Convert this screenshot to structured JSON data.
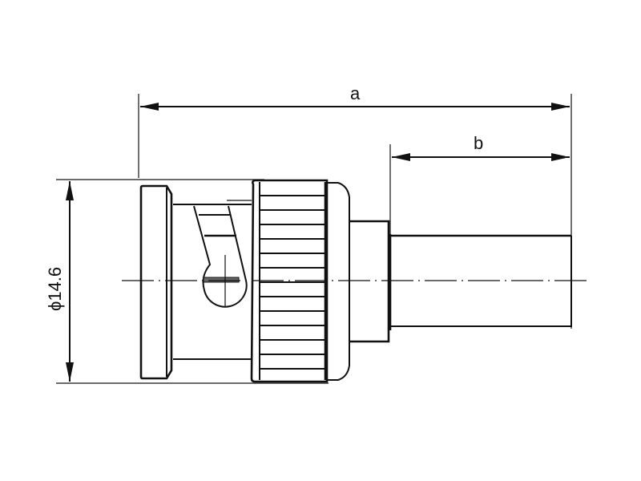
{
  "drawing": {
    "subject": "BNC connector side view",
    "line_color": "#111111",
    "background": "#ffffff"
  },
  "dimensions": {
    "a": {
      "label": "a"
    },
    "b": {
      "label": "b"
    },
    "diameter": {
      "label": "ϕ14.6"
    }
  }
}
